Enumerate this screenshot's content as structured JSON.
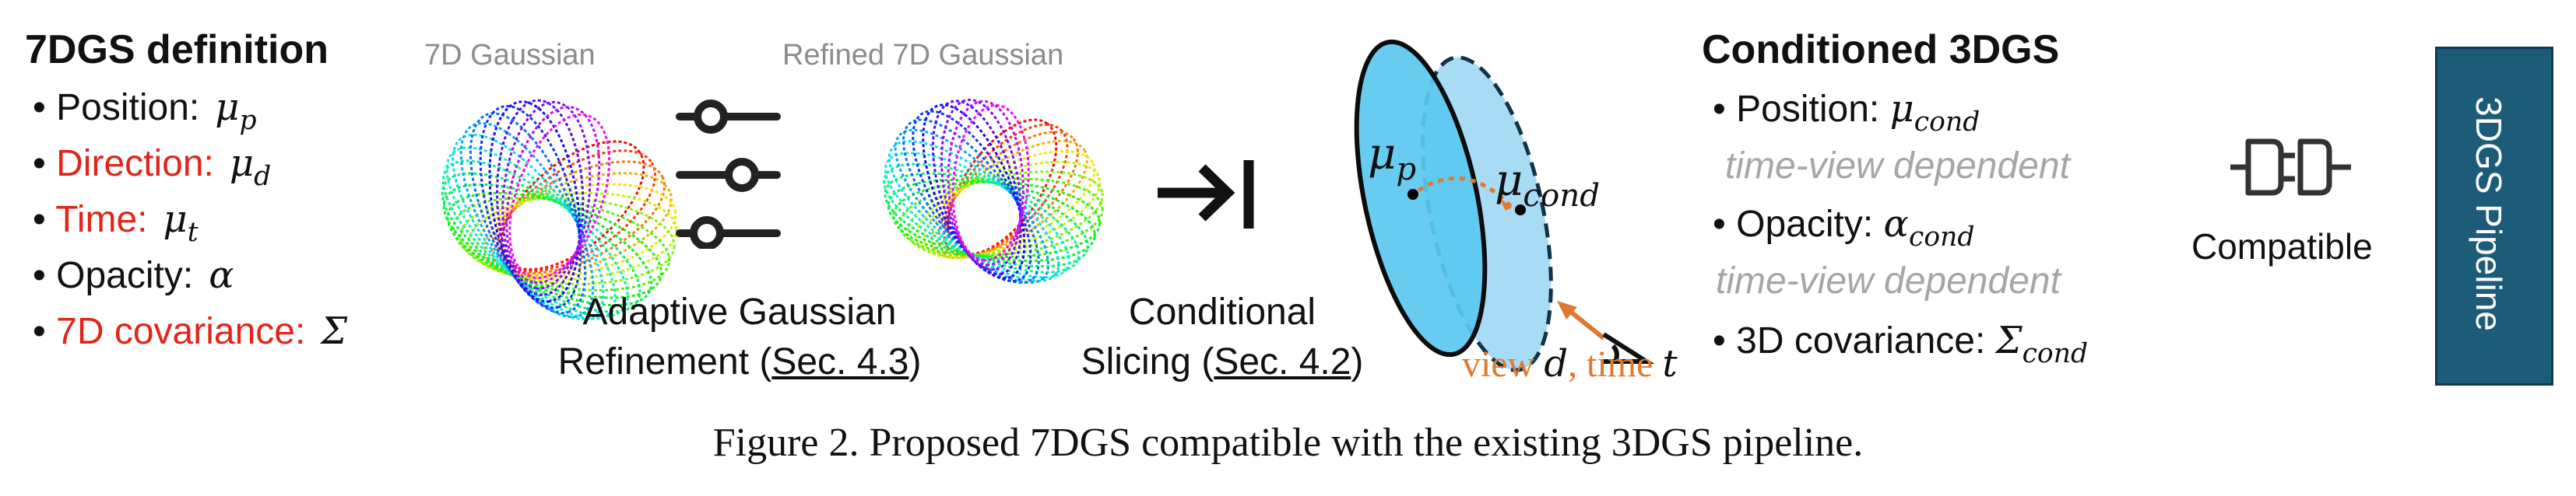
{
  "definition": {
    "title": "7DGS definition",
    "items": [
      {
        "label": "Position:",
        "sym": "μ",
        "sub": "p",
        "color": "#111111"
      },
      {
        "label": "Direction:",
        "sym": "μ",
        "sub": "d",
        "color": "#e0261b"
      },
      {
        "label": "Time:",
        "sym": "μ",
        "sub": "t",
        "color": "#e0261b"
      },
      {
        "label": "Opacity:",
        "sym": "α",
        "sub": "",
        "color": "#111111"
      },
      {
        "label": "7D covariance:",
        "sym": "Σ",
        "sub": "",
        "color": "#e0261b"
      }
    ]
  },
  "gaussian_labels": {
    "original": "7D Gaussian",
    "refined": "Refined 7D Gaussian"
  },
  "steps": {
    "refinement": {
      "line1": "Adaptive Gaussian",
      "line2_text": "Refinement (",
      "line2_ref": "Sec. 4.3",
      "line2_end": ")"
    },
    "slicing": {
      "line1": "Conditional",
      "line2_text": "Slicing (",
      "line2_ref": "Sec. 4.2",
      "line2_end": ")"
    }
  },
  "ellipse_labels": {
    "mu_p": {
      "sym": "μ",
      "sub": "p"
    },
    "mu_cond": {
      "sym": "μ",
      "sub": "cond"
    },
    "view_label": "view",
    "view_sym": "d",
    "time_label": ", time",
    "time_sym": "t"
  },
  "conditioned": {
    "title": "Conditioned 3DGS",
    "position": {
      "label": "Position:",
      "sym": "μ",
      "sub": "cond"
    },
    "position_note": "time-view dependent",
    "opacity": {
      "label": "Opacity:",
      "sym": "α",
      "sub": "cond"
    },
    "opacity_note": "time-view dependent",
    "covariance": {
      "label": "3D covariance:",
      "sym": "Σ",
      "sub": "cond"
    }
  },
  "compatible_label": "Compatible",
  "pipeline_label": "3DGS Pipeline",
  "figure_caption": "Figure 2. Proposed 7DGS compatible with the existing 3DGS pipeline.",
  "colors": {
    "red": "#e0261b",
    "gray": "#a6a6a6",
    "orange": "#e0792f",
    "ellipse_fill": "#5bc8f0",
    "ellipse_light": "#a8dcf5",
    "pipeline_bg": "#1d5c79"
  }
}
